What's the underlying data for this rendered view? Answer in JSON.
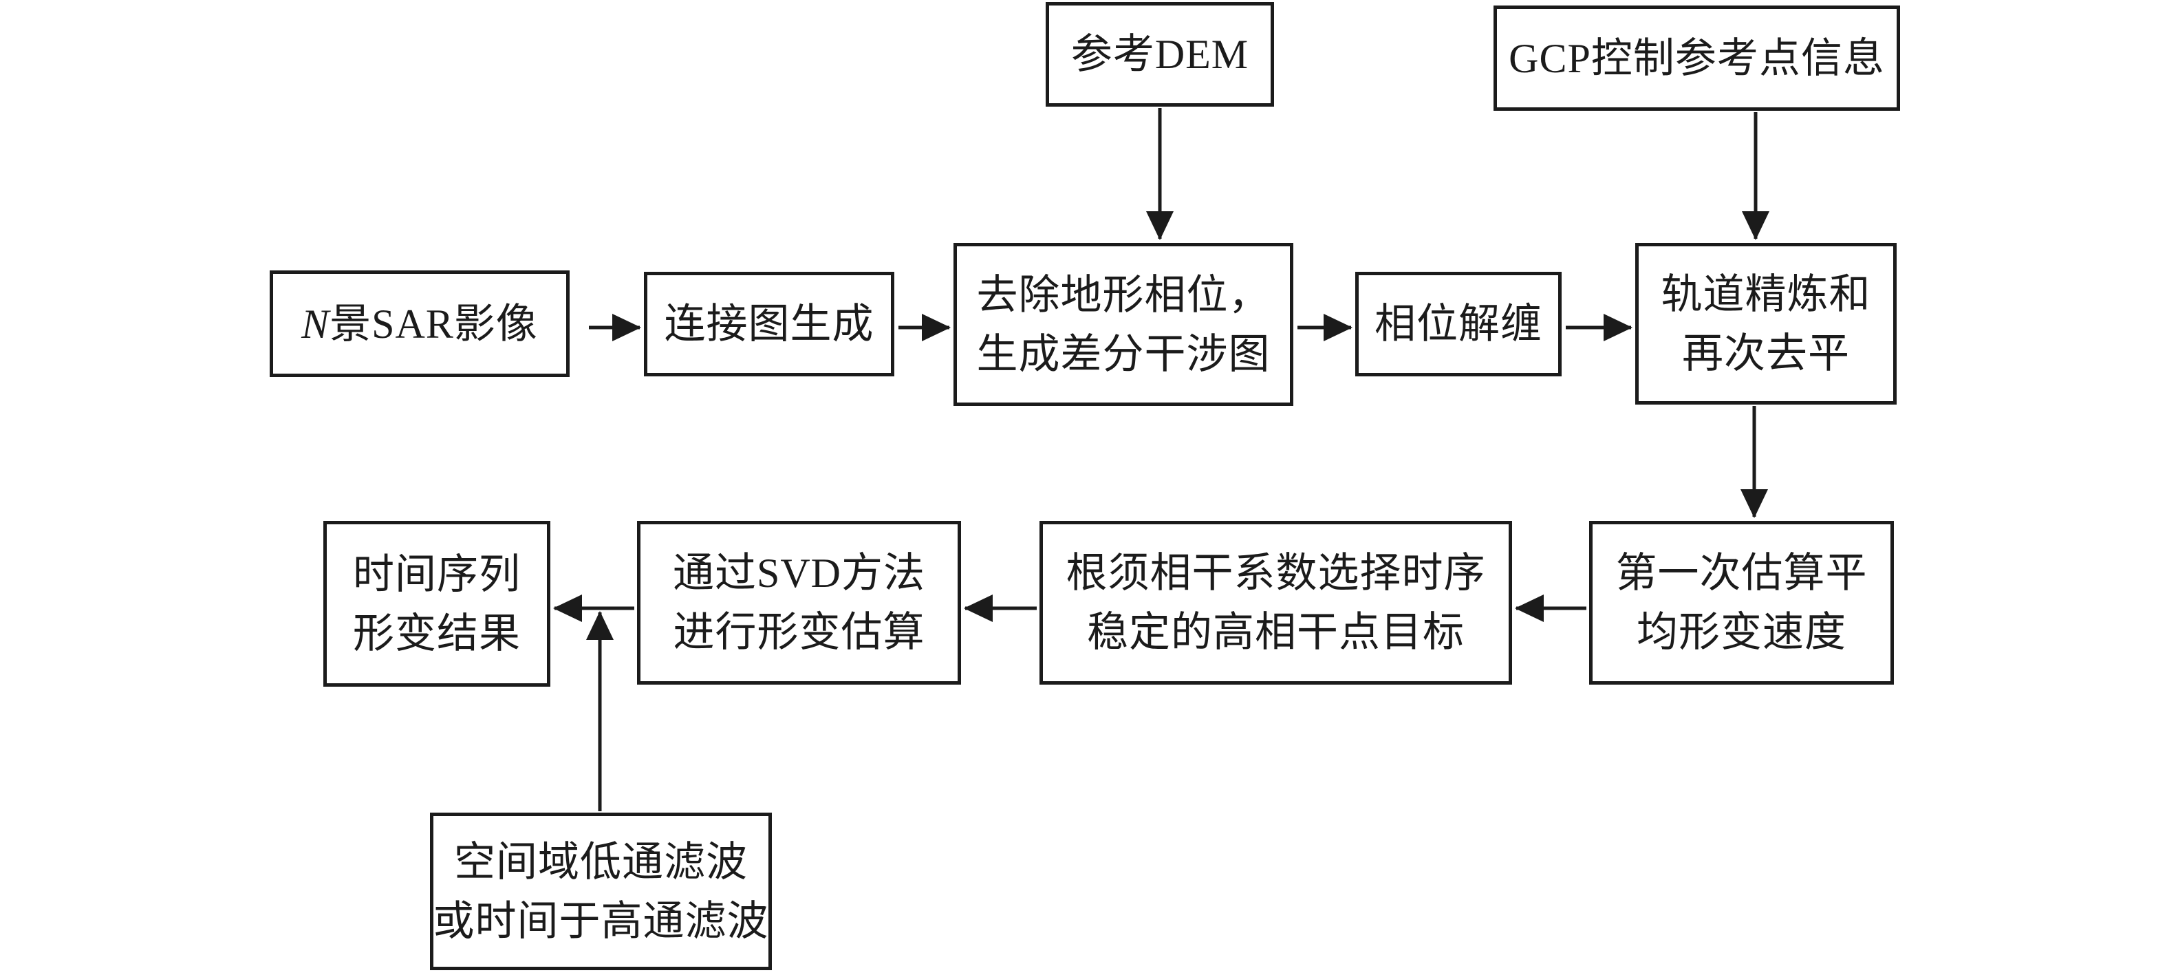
{
  "diagram": {
    "colors": {
      "background": "#ffffff",
      "line": "#1b1b1b"
    },
    "nodes": {
      "ref_dem": {
        "label": "参考DEM"
      },
      "gcp": {
        "label": "GCP控制参考点信息"
      },
      "sar": {
        "italic_prefix": "N",
        "label_rest": "景SAR影像"
      },
      "connection": {
        "label": "连接图生成"
      },
      "remove_topo": {
        "line1": "去除地形相位，",
        "line2": "生成差分干涉图"
      },
      "unwrap": {
        "label": "相位解缠"
      },
      "orbit": {
        "line1": "轨道精炼和",
        "line2": "再次去平"
      },
      "first_est": {
        "line1": "第一次估算平",
        "line2": "均形变速度"
      },
      "select": {
        "line1": "根须相干系数选择时序",
        "line2": "稳定的高相干点目标"
      },
      "svd": {
        "line1": "通过SVD方法",
        "line2": "进行形变估算"
      },
      "timeseries": {
        "line1": "时间序列",
        "line2": "形变结果"
      },
      "filter": {
        "line1": "空间域低通滤波",
        "line2": "或时间于高通滤波"
      }
    },
    "edges": [
      {
        "from": "ref_dem",
        "to": "remove_topo"
      },
      {
        "from": "gcp",
        "to": "orbit"
      },
      {
        "from": "sar",
        "to": "connection"
      },
      {
        "from": "connection",
        "to": "remove_topo"
      },
      {
        "from": "remove_topo",
        "to": "unwrap"
      },
      {
        "from": "unwrap",
        "to": "orbit"
      },
      {
        "from": "orbit",
        "to": "first_est"
      },
      {
        "from": "first_est",
        "to": "select"
      },
      {
        "from": "select",
        "to": "svd"
      },
      {
        "from": "svd",
        "to": "timeseries"
      },
      {
        "from": "filter",
        "to": "timeseries"
      }
    ]
  }
}
